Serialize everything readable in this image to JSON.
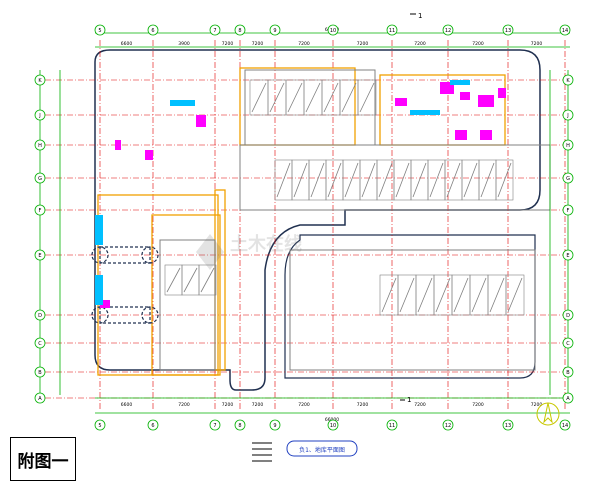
{
  "figure": {
    "caption": "附图一",
    "title_block_text": "负1、地库平面图",
    "watermark_text": "土木在线",
    "top_marker": "1",
    "bottom_marker": "1"
  },
  "grid": {
    "top_axis_labels": [
      "5",
      "6",
      "7",
      "8",
      "9",
      "10",
      "11",
      "12",
      "13",
      "14"
    ],
    "right_axis_labels": [
      "K",
      "J",
      "H",
      "G",
      "F",
      "E",
      "D",
      "C",
      "B",
      "A"
    ],
    "left_axis_labels": [
      "K",
      "J",
      "H",
      "G",
      "F",
      "E",
      "D",
      "C",
      "B",
      "A"
    ],
    "bottom_axis_labels": [
      "5",
      "6",
      "7",
      "8",
      "9",
      "10",
      "11",
      "12",
      "13",
      "14"
    ]
  },
  "dimensions": {
    "top_row": [
      "6600",
      "3900",
      "7200",
      "7200",
      "7200",
      "7200",
      "7200",
      "7200",
      "7200"
    ],
    "top_total": "66000",
    "bottom_row": [
      "6600",
      "7200",
      "7200",
      "7200",
      "7200",
      "7200",
      "7200",
      "7200",
      "7200"
    ],
    "bottom_total": "66000"
  },
  "colors": {
    "axis_green": "#00b000",
    "grid_red": "#e00000",
    "wall_gray": "#808080",
    "wall_orange": "#f0a000",
    "equipment_magenta": "#ff00ff",
    "equipment_cyan": "#00c0ff",
    "text_blue": "#0000ff",
    "outline_dark": "#203050"
  },
  "icons": {
    "north_arrow": "north-arrow-icon",
    "watermark": "watermark-logo-icon"
  }
}
